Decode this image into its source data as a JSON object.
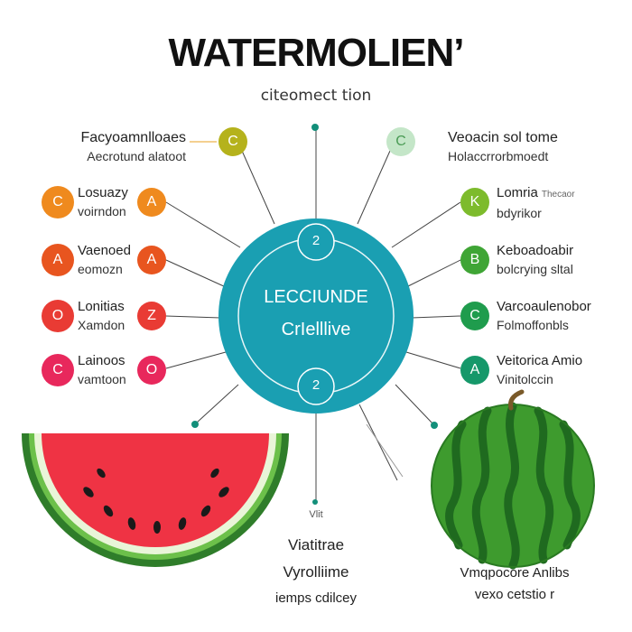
{
  "header": {
    "title": "WATERMOLIEN’",
    "subtitle": "citeomect tion"
  },
  "center": {
    "top_badge": "2",
    "line1": "LECCIUNDE",
    "line2": "CrIelllive",
    "bottom_badge": "2",
    "color": "#1a9fb2"
  },
  "top_left": {
    "line1": "Facyoamnlloaes",
    "line2": "Aecrotund alatoot",
    "badge": "C",
    "badge_color": "#b5b21c"
  },
  "top_right": {
    "line1": "Veoacin sol tome",
    "line2": "Holaccrrorbmoedt",
    "badge": "C",
    "badge_color": "#c4e6c8"
  },
  "left_rows": [
    {
      "outer": "C",
      "inner": "A",
      "line1": "Losuazy",
      "line2": "voirndon",
      "color": "#ef8a1e"
    },
    {
      "outer": "A",
      "inner": "A",
      "line1": "Vaenoed",
      "line2": "eomozn",
      "color": "#e8551f"
    },
    {
      "outer": "O",
      "inner": "Z",
      "line1": "Lonitias",
      "line2": "Xamdon",
      "color": "#e93b34"
    },
    {
      "outer": "C",
      "inner": "O",
      "line1": "Lainoos",
      "line2": "vamtoon",
      "color": "#e8285c"
    }
  ],
  "right_rows": [
    {
      "badge": "K",
      "line1": "Lomria",
      "line2": "bdyrikor",
      "note": "Thecaor",
      "color": "#7dbb2c"
    },
    {
      "badge": "B",
      "line1": "Keboadoabir",
      "line2": "bolcrying sltal",
      "note": "",
      "color": "#3fa535"
    },
    {
      "badge": "C",
      "line1": "Varcoaulenobor",
      "line2": "Folmoffonbls",
      "note": "",
      "color": "#1f9c4d"
    },
    {
      "badge": "A",
      "line1": "Veitorica Amio",
      "line2": "Vinitolccin",
      "note": "",
      "color": "#16986a"
    }
  ],
  "bottom_middle": {
    "tag": "Vlit",
    "line1": "Viatitrae",
    "line2": "Vyrolliime",
    "line3": "iemps cdilcey"
  },
  "bottom_right": {
    "line1": "Vmqpocore Anlibs",
    "line2": "vexo cetstio r"
  },
  "colors": {
    "connector": "#444444",
    "dot_teal": "#138f7a",
    "melon_red": "#ef3344",
    "melon_rind": "#4aa63a",
    "melon_dark": "#2f7d2a"
  }
}
